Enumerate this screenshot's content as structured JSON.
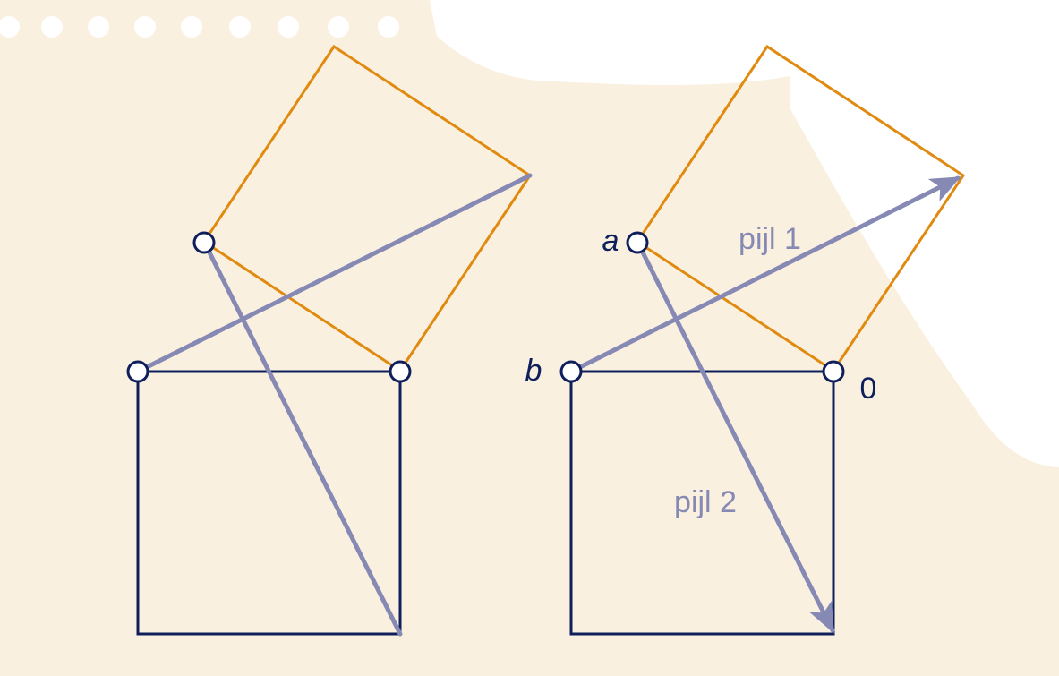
{
  "colors": {
    "paper": "#FAF0E0",
    "background": "#FFFFFF",
    "square_stroke": "#0F1F5C",
    "rotated_square_stroke": "#E08A10",
    "arrow_stroke": "#8689B3",
    "point_fill": "#FFFFFF",
    "point_stroke": "#0F1F5C",
    "label_dark": "#0F1F5C",
    "label_arrow": "#8689B3"
  },
  "labels": {
    "a": "a",
    "b": "b",
    "zero": "0",
    "arrow1": "pijl 1",
    "arrow2": "pijl 2"
  }
}
